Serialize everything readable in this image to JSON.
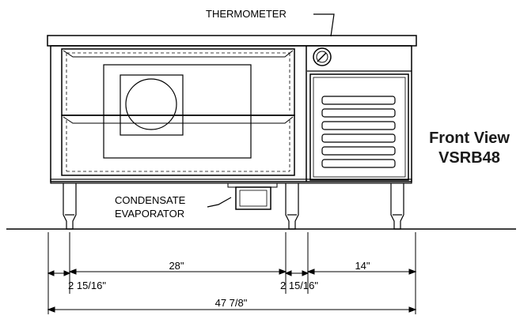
{
  "callouts": {
    "thermometer": "THERMOMETER",
    "condensate_line1": "CONDENSATE",
    "condensate_line2": "EVAPORATOR"
  },
  "title": {
    "line1": "Front View",
    "line2": "VSRB48"
  },
  "dimensions": {
    "drawer_width": "28\"",
    "compressor_width": "14\"",
    "left_offset": "2 15/16\"",
    "mid_offset": "2 15/16\"",
    "overall_width": "47 7/8\""
  },
  "colors": {
    "line": "#000000",
    "text": "#000000"
  }
}
